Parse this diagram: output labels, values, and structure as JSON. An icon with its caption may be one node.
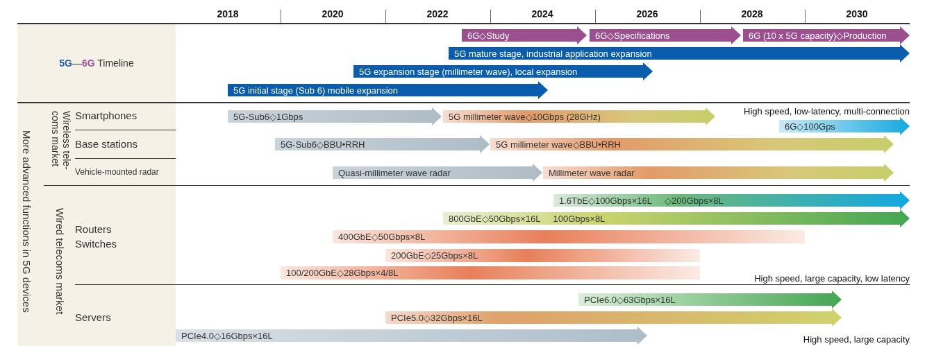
{
  "diagram": {
    "nodes": [
      {
        "text": [
          "6G◇Study"
        ]
      },
      {
        "text": [
          "6G◇Specifications"
        ]
      },
      {
        "text": [
          "6G (10 x 5G capacity)◇Production"
        ]
      },
      {
        "text": [
          "5G mature stage, industrial application expansion"
        ]
      },
      {
        "text": [
          "5G expansion stage (millimeter wave), local expansion"
        ]
      },
      {
        "text": [
          "5G initial stage (Sub 6) mobile expansion"
        ]
      },
      {
        "text": [
          "5G-Sub6◇1Gbps"
        ]
      },
      {
        "text": [
          "5G millimeter wave◇10Gbps (28GHz)"
        ]
      },
      {
        "text": [
          "6G◇100Gps"
        ]
      },
      {
        "text": [
          "5G-Sub6◇BBU•RRH"
        ]
      },
      {
        "text": [
          "5G millimeter wave◇BBU•RRH"
        ]
      },
      {
        "text": [
          "Quasi-millimeter wave radar"
        ]
      },
      {
        "text": [
          "Millimeter wave radar"
        ]
      },
      {
        "text": [
          "1.6TbE◇100Gbps×16L",
          "◇200Gbps×8L"
        ]
      },
      {
        "text": [
          "800GbE◇50Gbps×16L",
          "100Gbps×8L"
        ]
      },
      {
        "text": [
          "400GbE◇50Gbps×8L"
        ]
      },
      {
        "text": [
          "200GbE◇25Gbps×8L"
        ]
      },
      {
        "text": [
          "100/200GbE◇28Gbps×4/8L"
        ]
      },
      {
        "text": [
          "PCIe6.0◇63Gbps×16L"
        ]
      },
      {
        "text": [
          "PCIe5.0◇32Gbps×16L"
        ]
      },
      {
        "text": [
          "PCIe4.0◇16Gbps×16L"
        ]
      }
    ],
    "edges": [],
    "labels": [
      "2018",
      "2020",
      "2022",
      "2024",
      "2026",
      "2028",
      "2030",
      "**5G**—**6G** Timeline",
      "More advanced functions in 5G devices",
      "Wireless tele-coms market",
      "Smartphones",
      "High speed, low-latency, multi-connection",
      "Base stations",
      "Vehicle-mounted radar",
      "Wired telecoms market",
      "Routers Switches",
      "High speed, large capacity, low latency",
      "Servers",
      "High speed, large capacity"
    ]
  }
}
